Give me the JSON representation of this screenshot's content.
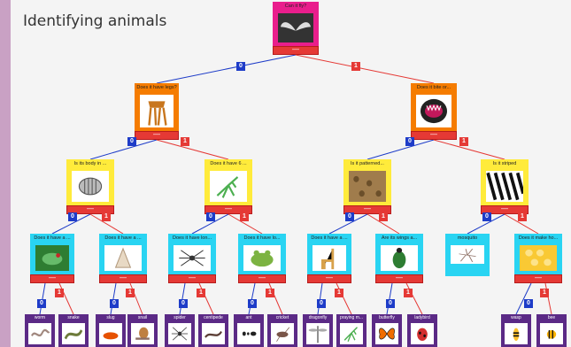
{
  "title": "Identifying animals",
  "nodes": {
    "n_root": {
      "label": "Can it fly?",
      "color": "#e91e8c",
      "icon": "wings-icon"
    },
    "n_legs": {
      "label": "Does it have legs?",
      "color": "#f57c00",
      "icon": "legs-icon"
    },
    "n_bite": {
      "label": "Does it bite or...",
      "color": "#f57c00",
      "icon": "mouth-icon"
    },
    "n_body": {
      "label": "Is its body in ...",
      "color": "#ffeb3b",
      "icon": "armadillo-icon"
    },
    "n_haveb": {
      "label": "Does it have 6 ...",
      "color": "#ffeb3b",
      "icon": "mantis-icon"
    },
    "n_patt": {
      "label": "Is it patterned...",
      "color": "#ffeb3b",
      "icon": "pattern-icon"
    },
    "n_stripe": {
      "label": "Is it striped",
      "color": "#ffeb3b",
      "icon": "zebra-stripes-icon"
    },
    "n_l1": {
      "label": "Does it have a ...",
      "color": "#29d4f2",
      "icon": "frog-icon"
    },
    "n_l2": {
      "label": "Does it have a ...",
      "color": "#29d4f2",
      "icon": "shell-icon"
    },
    "n_l3": {
      "label": "Does it have lon...",
      "color": "#29d4f2",
      "icon": "spider-icon"
    },
    "n_l4": {
      "label": "Does it have lo...",
      "color": "#29d4f2",
      "icon": "green-frog-icon"
    },
    "n_l5": {
      "label": "Does it have a ...",
      "color": "#29d4f2",
      "icon": "giraffe-icon"
    },
    "n_l6": {
      "label": "Are its wings a...",
      "color": "#29d4f2",
      "icon": "beetle-icon"
    },
    "n_mosq": {
      "label": "mosquito",
      "color": "#29d4f2",
      "icon": "mosquito-icon"
    },
    "n_l8": {
      "label": "Does it make ho...",
      "color": "#29d4f2",
      "icon": "honeycomb-icon"
    }
  },
  "leaves": [
    {
      "label": "worm",
      "icon": "worm-icon"
    },
    {
      "label": "snake",
      "icon": "snake-icon"
    },
    {
      "label": "slug",
      "icon": "slug-icon"
    },
    {
      "label": "snail",
      "icon": "snail-icon"
    },
    {
      "label": "spider",
      "icon": "spider-icon"
    },
    {
      "label": "centipede",
      "icon": "centipede-icon"
    },
    {
      "label": "ant",
      "icon": "ant-icon"
    },
    {
      "label": "cricket",
      "icon": "cricket-icon"
    },
    {
      "label": "dragonfly",
      "icon": "dragonfly-icon"
    },
    {
      "label": "praying m...",
      "icon": "mantis-icon"
    },
    {
      "label": "butterfly",
      "icon": "butterfly-icon"
    },
    {
      "label": "ladybird",
      "icon": "ladybird-icon"
    },
    {
      "label": "wasp",
      "icon": "wasp-icon"
    },
    {
      "label": "bee",
      "icon": "bee-icon"
    }
  ],
  "answers": {
    "no": "0",
    "yes": "1"
  },
  "button_symbol": "—",
  "colors": {
    "no_edge": "#1e3cc8",
    "yes_edge": "#e53935",
    "leaf": "#5b2a86"
  }
}
